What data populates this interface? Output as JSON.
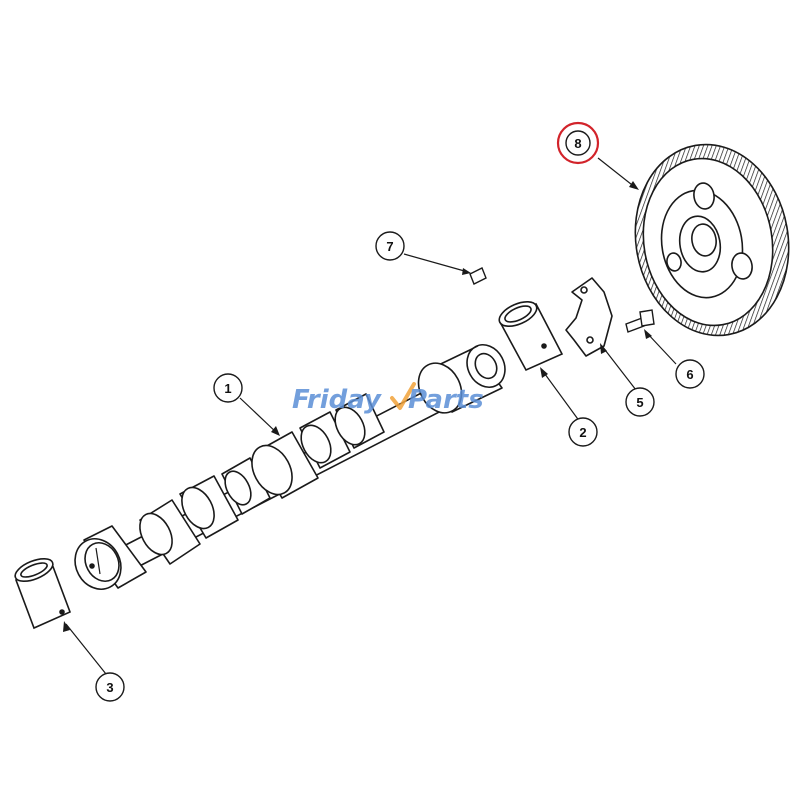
{
  "diagram": {
    "callouts": [
      {
        "id": "1",
        "label": "1",
        "part": "camshaft"
      },
      {
        "id": "2",
        "label": "2",
        "part": "front-bushing"
      },
      {
        "id": "3",
        "label": "3",
        "part": "rear-bushing"
      },
      {
        "id": "5",
        "label": "5",
        "part": "thrust-plate"
      },
      {
        "id": "6",
        "label": "6",
        "part": "bolt"
      },
      {
        "id": "7",
        "label": "7",
        "part": "key"
      },
      {
        "id": "8",
        "label": "8",
        "part": "camshaft-gear",
        "highlighted": true
      }
    ]
  },
  "watermark": {
    "text": "FridayParts",
    "color_main": "#5b8fd6",
    "color_accent": "#f2a33a"
  },
  "colors": {
    "line": "#1a1a1a",
    "highlight": "#d2232a"
  }
}
